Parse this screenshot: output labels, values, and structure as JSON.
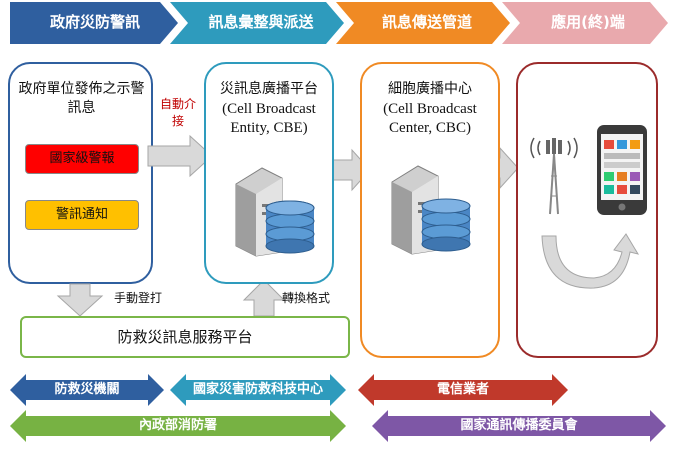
{
  "header": {
    "stages": [
      {
        "label": "政府災防警訊",
        "color": "#2f5f9f"
      },
      {
        "label": "訊息彙整與派送",
        "color": "#2e9bbd"
      },
      {
        "label": "訊息傳送管道",
        "color": "#f08a24"
      },
      {
        "label": "應用(終)端",
        "color": "#e9a9ad"
      }
    ]
  },
  "gov": {
    "title": "政府單位發佈之示警訊息",
    "badge_national": "國家級警報",
    "badge_alert": "警訊通知",
    "colors": {
      "national": "#ff0000",
      "alert": "#ffc000",
      "border": "#2f5f9f"
    }
  },
  "auto_link": {
    "label": "自動介接",
    "color": "#c00000"
  },
  "cbe": {
    "title": "災訊息廣播平台",
    "subtitle": "(Cell Broadcast Entity, CBE)",
    "border": "#2e9bbd"
  },
  "cbc": {
    "title": "細胞廣播中心",
    "subtitle": "(Cell Broadcast Center, CBC)",
    "border": "#f08a24"
  },
  "endpoint": {
    "border": "#9b2b2b"
  },
  "manual_note": "手動登打",
  "convert_note": "轉換格式",
  "platform": {
    "label": "防救災訊息服務平台",
    "border": "#7ab648"
  },
  "bands": [
    {
      "label": "防救災機關",
      "color": "#2f5f9f"
    },
    {
      "label": "國家災害防救科技中心",
      "color": "#2e9bbd"
    },
    {
      "label": "內政部消防署",
      "color": "#77b243"
    },
    {
      "label": "電信業者",
      "color": "#c0392b"
    },
    {
      "label": "國家通訊傳播委員會",
      "color": "#7e57a6"
    }
  ]
}
